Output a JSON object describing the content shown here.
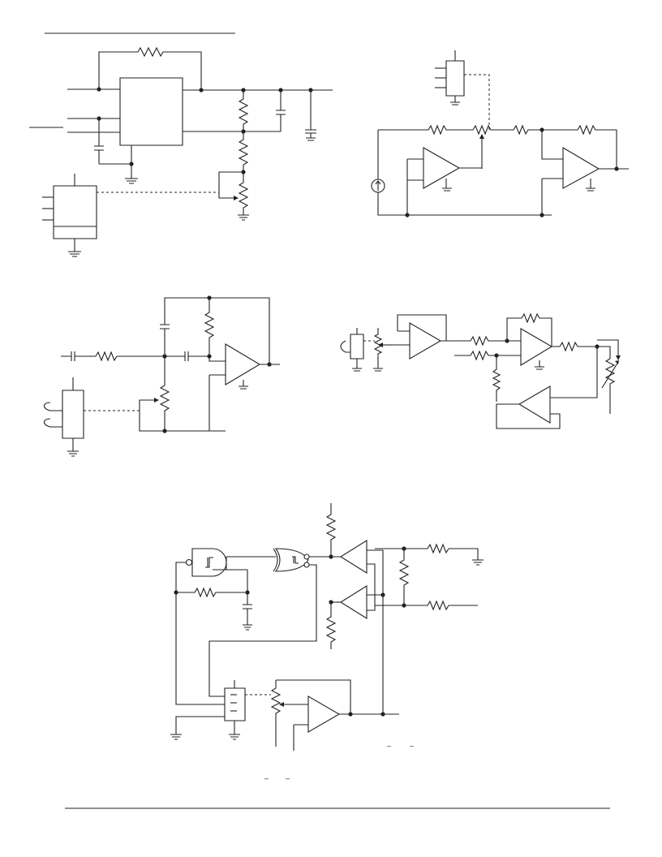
{
  "page": {
    "background": "#ffffff",
    "ink_color": "#222222"
  },
  "figures": [
    {
      "id": "fig-top-left",
      "description_icon": "regulator-with-digital-potentiometer-schematic"
    },
    {
      "id": "fig-top-right",
      "description_icon": "current-source-amplifier-with-digital-potentiometer-schematic"
    },
    {
      "id": "fig-mid-left",
      "description_icon": "ac-coupled-op-amp-with-digital-potentiometer-schematic"
    },
    {
      "id": "fig-mid-right",
      "description_icon": "buffered-amplifier-with-rheostat-schematic"
    },
    {
      "id": "fig-bottom",
      "description_icon": "oscillator-with-comparators-and-digital-potentiometer-schematic"
    }
  ],
  "marks": {
    "overbar_a": "–",
    "overbar_b": "–",
    "overbar_c": "–",
    "overbar_d": "–"
  }
}
